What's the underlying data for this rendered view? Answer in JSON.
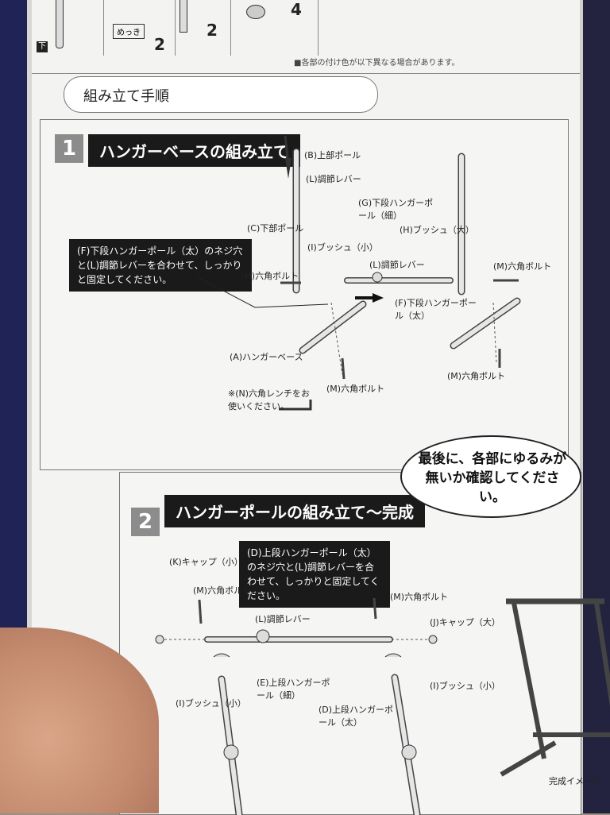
{
  "parts_row": {
    "mekki": "めっき",
    "qty1": "2",
    "qty2": "2",
    "qty3": "4",
    "shita": "下",
    "footnote": "■各部の付け色が以下異なる場合があります。"
  },
  "section_title": "組み立て手順",
  "step1": {
    "number": "1",
    "title": "ハンガーベースの組み立て",
    "note": "(F)下段ハンガーポール（太）のネジ穴と(L)調節レバーを合わせて、しっかりと固定してください。",
    "labels": {
      "b_upper_pole": "(B)上部ポール",
      "l_lever_top": "(L)調節レバー",
      "c_lower_pole": "(C)下部ポール",
      "g_lower_hanger_thin": "(G)下段ハンガーポール（細）",
      "h_bush_large": "(H)ブッシュ（大）",
      "i_bush_small": "(I)ブッシュ（小）",
      "l_lever_mid": "(L)調節レバー",
      "m_hex_bolt_left": "(M)六角ボルト",
      "m_hex_bolt_right": "(M)六角ボルト",
      "f_lower_hanger_thick": "(F)下段ハンガーポール（太）",
      "a_hanger_base": "(A)ハンガーベース",
      "n_hex_wrench": "※(N)六角レンチをお使いください。",
      "m_hex_bolt_bottom": "(M)六角ボルト",
      "m_hex_bolt_bottom_right": "(M)六角ボルト"
    }
  },
  "step2": {
    "number": "2",
    "title": "ハンガーポールの組み立て〜完成",
    "bubble": "最後に、各部にゆるみが無いか確認してください。",
    "note": "(D)上段ハンガーポール（太）のネジ穴と(L)調節レバーを合わせて、しっかりと固定してください。",
    "labels": {
      "k_cap_small": "(K)キャップ（小）",
      "m_hex_bolt_left": "(M)六角ボルト",
      "m_hex_bolt_right": "(M)六角ボルト",
      "l_lever": "(L)調節レバー",
      "j_cap_large": "(J)キャップ（大）",
      "e_upper_hanger_thin": "(E)上段ハンガーポール（細）",
      "i_bush_small_left": "(I)ブッシュ（小）",
      "d_upper_hanger_thick": "(D)上段ハンガーポール（太）",
      "i_bush_small_right": "(I)ブッシュ（小）",
      "finished_image": "完成イメージ"
    }
  }
}
